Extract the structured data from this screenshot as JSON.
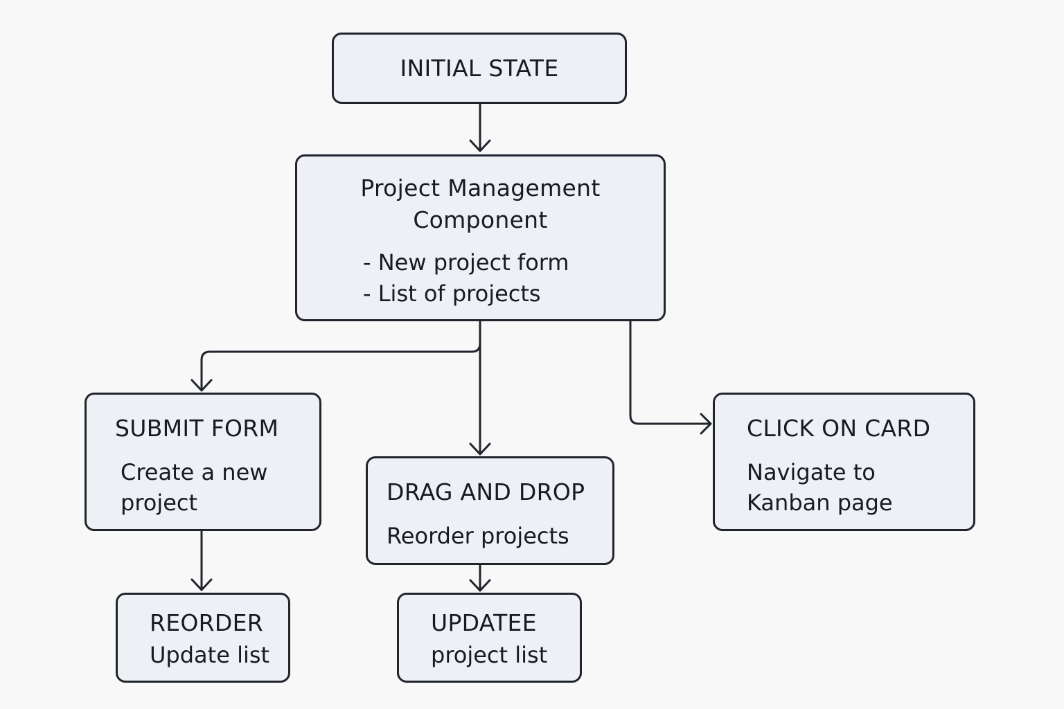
{
  "nodes": {
    "initial": {
      "title": "INITIAL STATE"
    },
    "project_management": {
      "title_line1": "Project Management",
      "title_line2": "Component",
      "items": [
        "- New project form",
        "- List of projects"
      ]
    },
    "submit_form": {
      "title": "SUBMIT FORM",
      "desc_line1": "Create a new",
      "desc_line2": "project"
    },
    "drag_and_drop": {
      "title": "DRAG AND DROP",
      "desc_line1": "Reorder projects"
    },
    "click_on_card": {
      "title": "CLICK ON CARD",
      "desc_line1": "Navigate to",
      "desc_line2": "Kanban page"
    },
    "reorder": {
      "title": "REORDER",
      "desc_line1": "Update list"
    },
    "updatee": {
      "title": "UPDATEE",
      "desc_line1": "project list"
    }
  },
  "colors": {
    "background": "#f8f8f8",
    "box_fill": "#eff0f6",
    "stroke": "#20242d",
    "text": "#161a22"
  }
}
